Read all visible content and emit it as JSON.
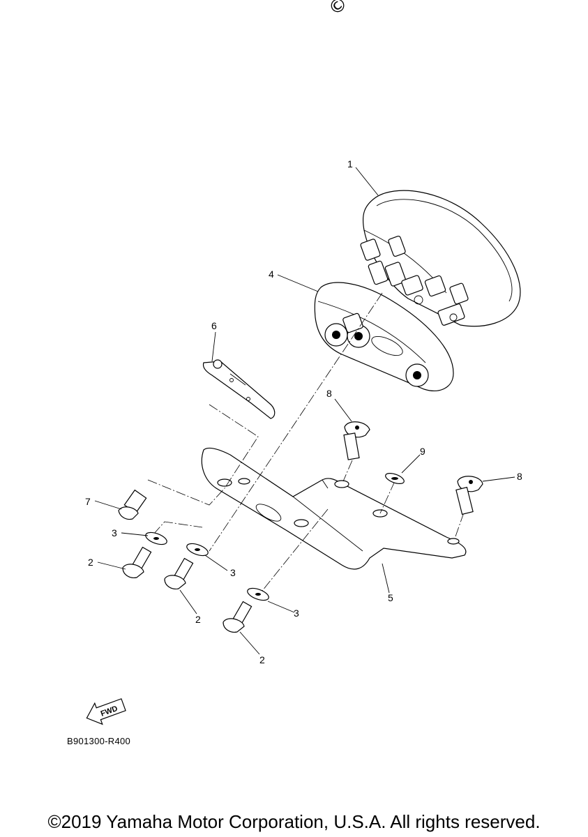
{
  "diagram": {
    "callouts": [
      {
        "id": "c1",
        "text": "1"
      },
      {
        "id": "c4",
        "text": "4"
      },
      {
        "id": "c6",
        "text": "6"
      },
      {
        "id": "c8a",
        "text": "8"
      },
      {
        "id": "c9",
        "text": "9"
      },
      {
        "id": "c8b",
        "text": "8"
      },
      {
        "id": "c7",
        "text": "7"
      },
      {
        "id": "c3a",
        "text": "3"
      },
      {
        "id": "c2a",
        "text": "2"
      },
      {
        "id": "c3b",
        "text": "3"
      },
      {
        "id": "c5",
        "text": "5"
      },
      {
        "id": "c2b",
        "text": "2"
      },
      {
        "id": "c3c",
        "text": "3"
      },
      {
        "id": "c2c",
        "text": "2"
      }
    ],
    "fwd_label": "FWD",
    "drawing_code": "B901300-R400",
    "copyright": "©2019 Yamaha Motor Corporation, U.S.A. All rights reserved.",
    "corner_mark": "©"
  }
}
